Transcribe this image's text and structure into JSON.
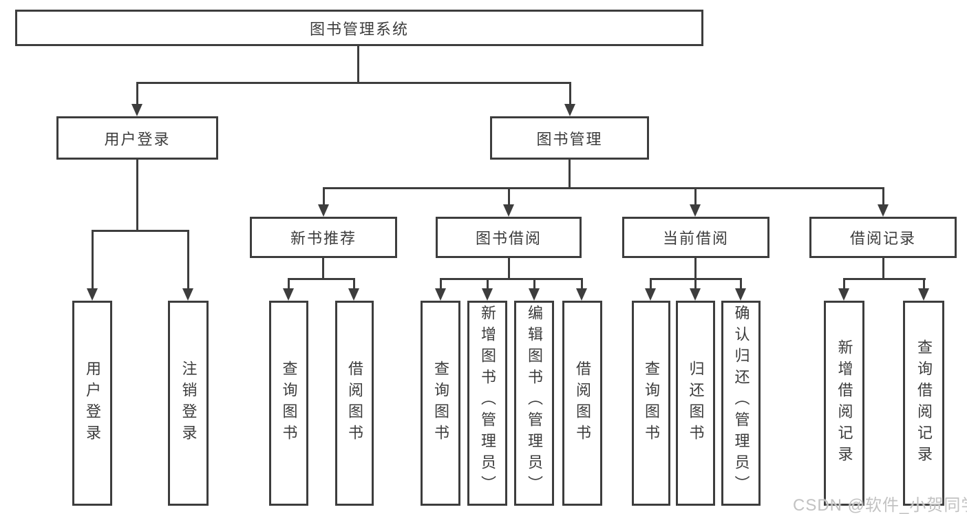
{
  "nodes": {
    "root": "图书管理系统",
    "user_login": "用户登录",
    "book_mgmt": "图书管理",
    "new_books": "新书推荐",
    "book_borrow": "图书借阅",
    "current_borrow": "当前借阅",
    "borrow_records": "借阅记录",
    "leaf_user_login": "用户登录",
    "leaf_logout": "注销登录",
    "leaf_nb_query": "查询图书",
    "leaf_nb_borrow": "借阅图书",
    "leaf_bb_query": "查询图书",
    "leaf_bb_add": "新增图书（管理员）",
    "leaf_bb_edit": "编辑图书（管理员）",
    "leaf_bb_borrow": "借阅图书",
    "leaf_cb_query": "查询图书",
    "leaf_cb_return": "归还图书",
    "leaf_cb_confirm": "确认归还（管理员）",
    "leaf_br_add": "新增借阅记录",
    "leaf_br_query": "查询借阅记录"
  },
  "watermark": "CSDN @软件_小贺同学",
  "colors": {
    "line": "#3d3d3d",
    "text": "#3c3c3c",
    "watermark": "#c2c2c2"
  }
}
